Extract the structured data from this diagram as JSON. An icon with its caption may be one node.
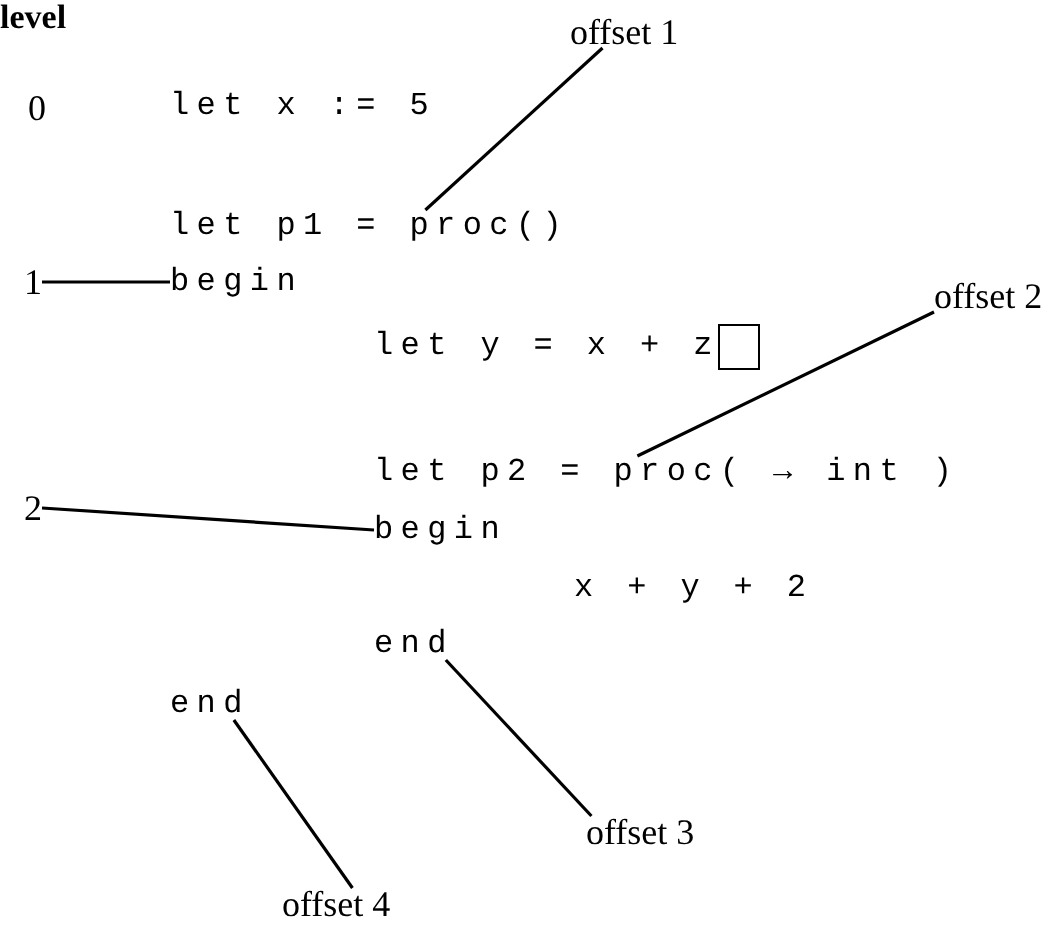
{
  "diagram": {
    "title": "level",
    "nodes": [
      {
        "text": [
          "offset 1"
        ]
      },
      {
        "text": [
          "let p1 = proc()"
        ]
      },
      {
        "text": [
          "1"
        ]
      },
      {
        "text": [
          "begin"
        ]
      },
      {
        "text": [
          "offset 2"
        ]
      },
      {
        "text": [
          "let p2 = proc( → int )"
        ]
      },
      {
        "text": [
          "2"
        ]
      },
      {
        "text": [
          "begin"
        ]
      },
      {
        "text": [
          "end"
        ]
      },
      {
        "text": [
          "end"
        ]
      },
      {
        "text": [
          "offset 3"
        ]
      },
      {
        "text": [
          "offset 4"
        ]
      }
    ],
    "edges": [
      {
        "from": 0,
        "to": 1,
        "arrow": "none"
      },
      {
        "from": 2,
        "to": 3,
        "arrow": "none"
      },
      {
        "from": 4,
        "to": 5,
        "arrow": "none"
      },
      {
        "from": 6,
        "to": 7,
        "arrow": "none"
      },
      {
        "from": 10,
        "to": 8,
        "arrow": "none"
      },
      {
        "from": 11,
        "to": 9,
        "arrow": "none"
      }
    ],
    "labels": [
      "0",
      "let x := 5",
      "let y = x + z",
      "x + y + 2"
    ]
  }
}
